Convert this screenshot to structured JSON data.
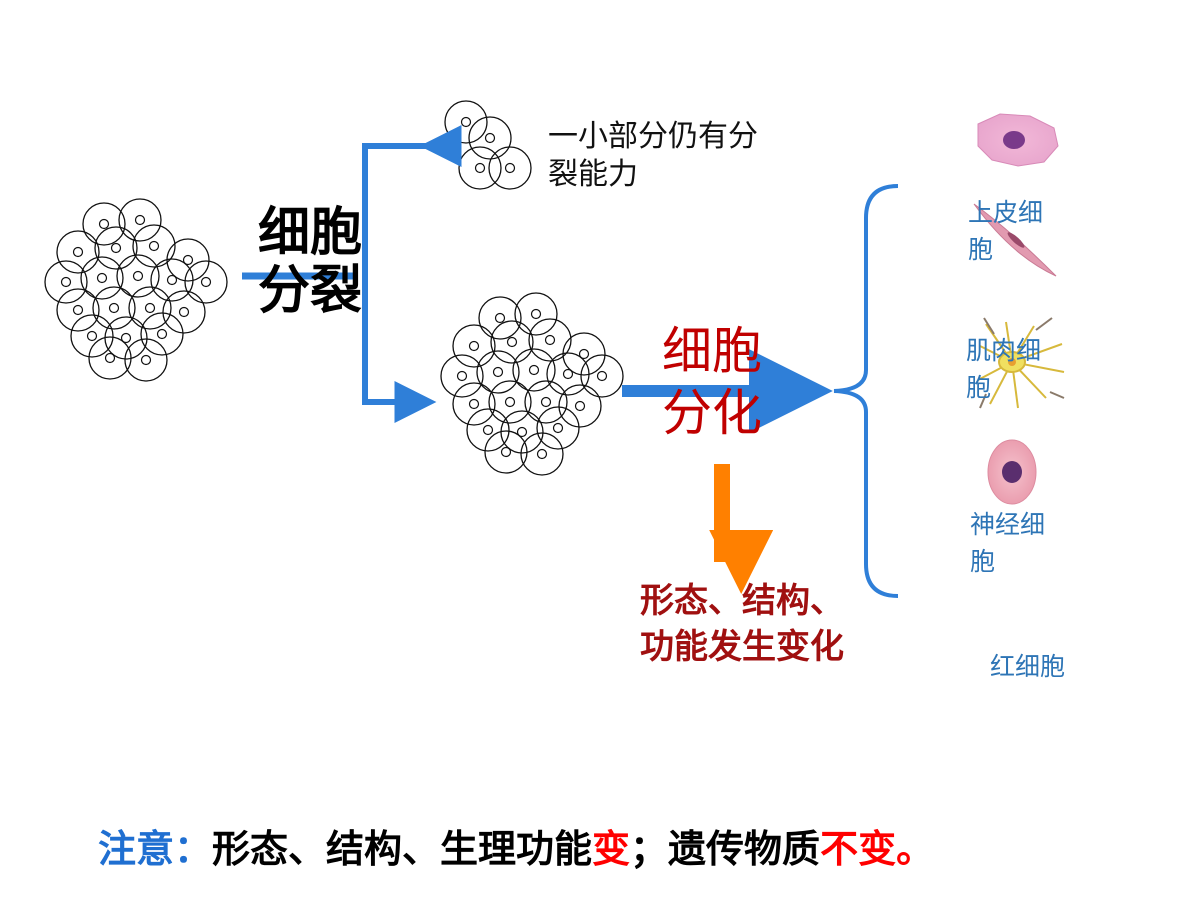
{
  "labels": {
    "division": "细胞分裂",
    "some_divide": "一小部分仍有分裂能力",
    "differentiation": "细胞分化",
    "change": "形态、结构、功能发生变化"
  },
  "cell_types": [
    {
      "label": "上皮细胞"
    },
    {
      "label": "肌肉细胞"
    },
    {
      "label": "神经细胞"
    },
    {
      "label": "红细胞"
    }
  ],
  "note": {
    "prefix": "注意：",
    "text1": "形态、结构、生理功能",
    "change_word": "变",
    "text2": "；遗传物质",
    "no_change": "不变",
    "end": "。"
  },
  "colors": {
    "blue_arrow": "#2f7fd8",
    "orange_arrow": "#ff8000",
    "red_text": "#c00000",
    "dark_red_text": "#a01010",
    "cell_label": "#2e75b6",
    "note_prefix": "#1f6fd1",
    "note_red": "#ff0000"
  }
}
